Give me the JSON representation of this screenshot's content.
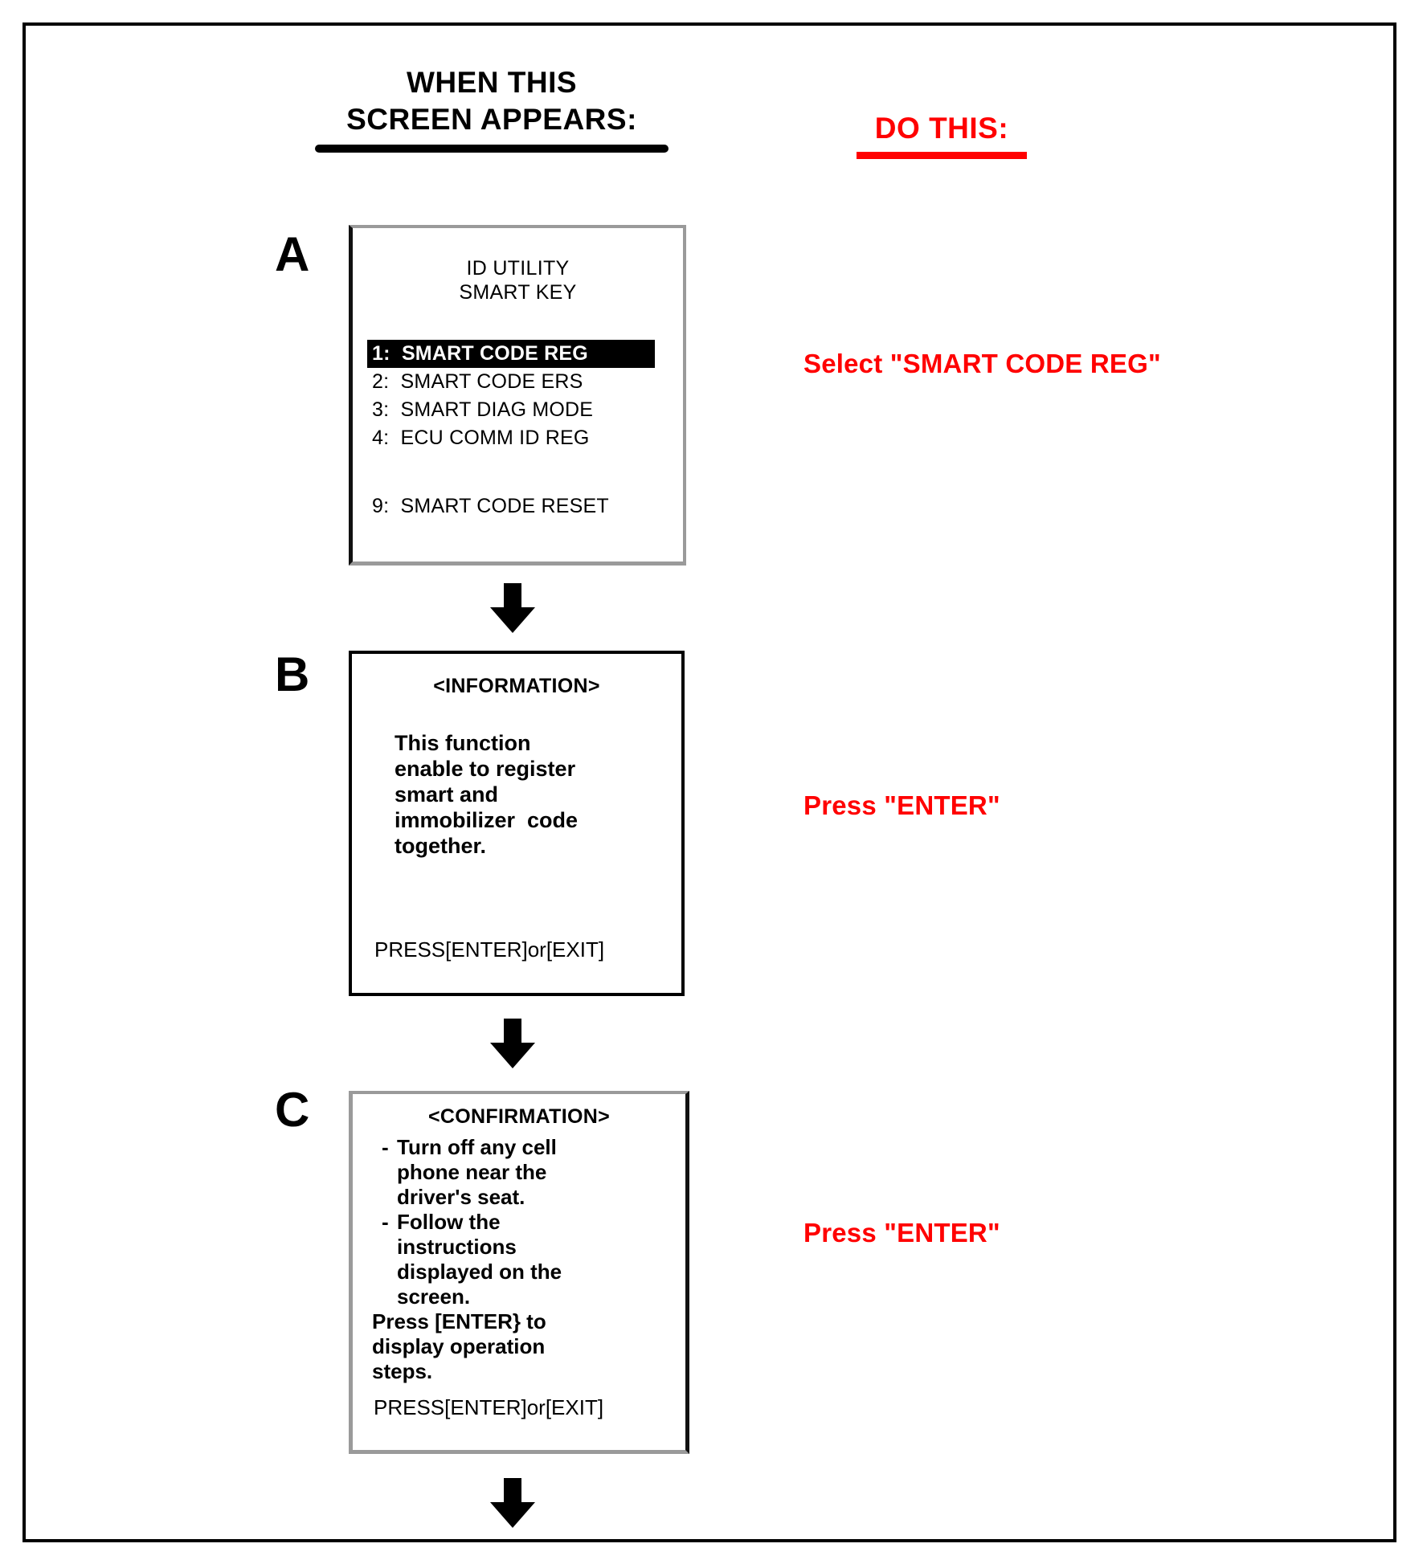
{
  "headers": {
    "left_line1": "WHEN THIS",
    "left_line2": "SCREEN APPEARS:",
    "right": "DO THIS:"
  },
  "steps": [
    {
      "letter": "A",
      "instruction": "Select \"SMART CODE REG\"",
      "screen": {
        "title_line1": "ID UTILITY",
        "title_line2": "SMART KEY",
        "menu": [
          {
            "num": "1:",
            "label": "SMART CODE REG",
            "selected": true
          },
          {
            "num": "2:",
            "label": "SMART CODE ERS",
            "selected": false
          },
          {
            "num": "3:",
            "label": "SMART DIAG MODE",
            "selected": false
          },
          {
            "num": "4:",
            "label": "ECU COMM ID REG",
            "selected": false
          }
        ],
        "menu_last": {
          "num": "9:",
          "label": "SMART CODE RESET"
        }
      }
    },
    {
      "letter": "B",
      "instruction": "Press \"ENTER\"",
      "screen": {
        "title": "<INFORMATION>",
        "body": "This function\nenable to register\nsmart and\nimmobilizer  code\ntogether.",
        "footer": "PRESS[ENTER]or[EXIT]"
      }
    },
    {
      "letter": "C",
      "instruction": "Press \"ENTER\"",
      "screen": {
        "title": "<CONFIRMATION>",
        "bullet1": "Turn off any cell\nphone near the\ndriver's seat.",
        "bullet2": "Follow the\ninstructions\ndisplayed on the\nscreen.",
        "plain": "Press [ENTER} to\ndisplay operation\nsteps.",
        "footer": "PRESS[ENTER]or[EXIT]"
      }
    }
  ],
  "icons": {
    "arrow": "down-arrow"
  },
  "colors": {
    "accent_red": "#ff0000",
    "text_black": "#000000",
    "screen_border_grey": "#9a9a9a"
  }
}
